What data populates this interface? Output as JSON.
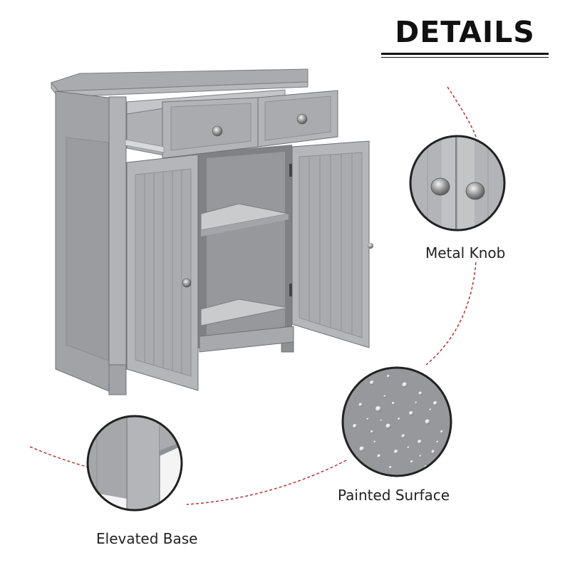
{
  "heading": "DETAILS",
  "callouts": {
    "metal_knob": "Metal Knob",
    "painted_surface": "Painted Surface",
    "elevated_base": "Elevated Base"
  },
  "colors": {
    "cabinet_gray": "#a7a9ac",
    "dashed_line": "#b22a2a"
  }
}
